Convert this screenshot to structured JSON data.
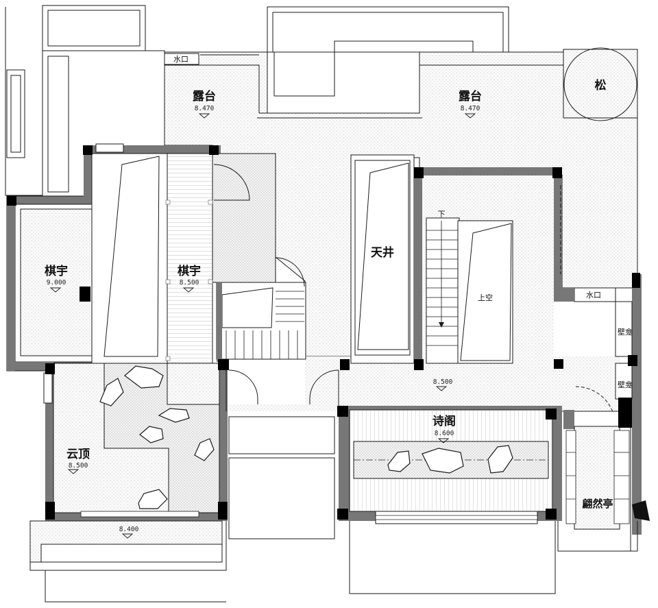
{
  "rooms": {
    "terrace_w": "露台",
    "terrace_e": "露台",
    "pine": "松",
    "chess_w": "棋宇",
    "chess_c": "棋宇",
    "courtyard": "天井",
    "void": "上空",
    "down": "下",
    "cloud": "云顶",
    "poetry": "诗阁",
    "pavilion": "翩然亭",
    "niche_1": "壁龛",
    "niche_2": "壁龛",
    "drain_1": "水口",
    "drain_2": "水口"
  },
  "levels": {
    "terrace_w": "8.470",
    "terrace_e": "8.470",
    "chess_w": "9.000",
    "chess_c": "8.500",
    "hall": "8.500",
    "cloud": "8.500",
    "poetry": "8.600",
    "balcony": "8.400"
  },
  "colors": {
    "line": "#1a1a1a",
    "wall": "#6e6e6e",
    "column": "#000000",
    "dots": "#c2c2c2"
  }
}
